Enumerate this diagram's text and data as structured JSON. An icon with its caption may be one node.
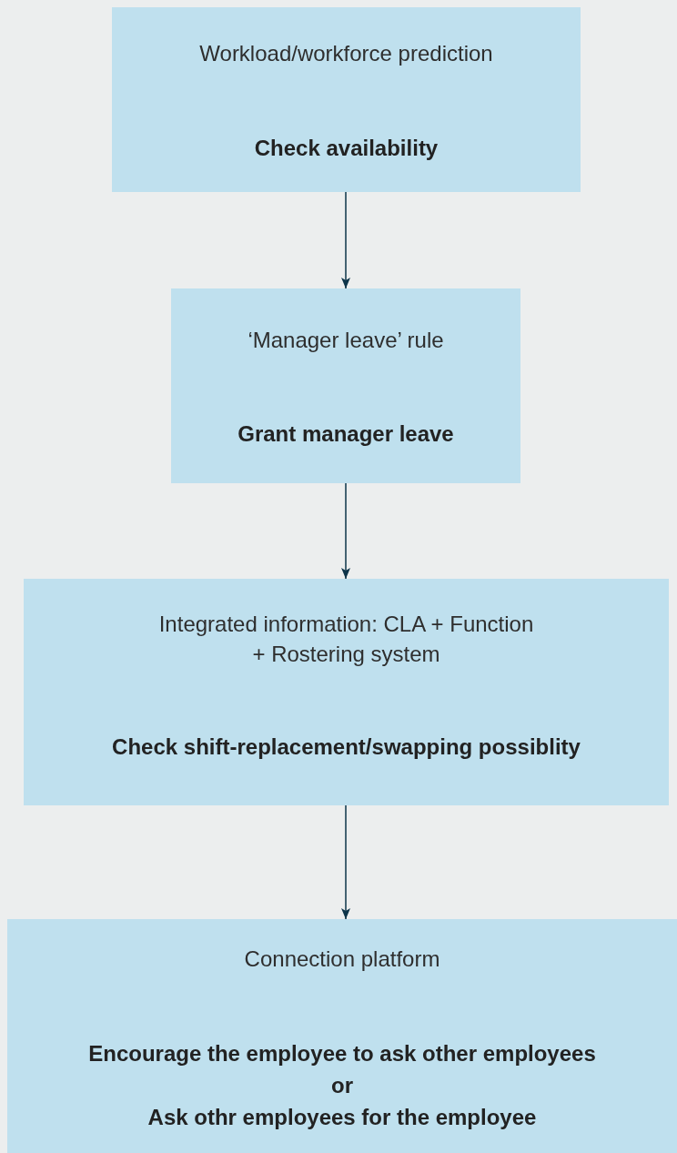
{
  "diagram": {
    "nodes": [
      {
        "text": [
          "Workload/workforce prediction",
          "Check availability"
        ]
      },
      {
        "text": [
          "‘Manager leave’ rule",
          "Grant manager leave"
        ]
      },
      {
        "text": [
          "Integrated information: CLA + Function + Rostering system",
          "Check shift-replacement/swapping possiblity"
        ]
      },
      {
        "text": [
          "Connection platform",
          "Encourage the employee to ask other employees",
          "or",
          "Ask othr employees for the employee"
        ]
      }
    ],
    "edges": [
      {
        "from": 0,
        "to": 1,
        "arrow": "to"
      },
      {
        "from": 1,
        "to": 2,
        "arrow": "to"
      },
      {
        "from": 2,
        "to": 3,
        "arrow": "to"
      }
    ]
  }
}
